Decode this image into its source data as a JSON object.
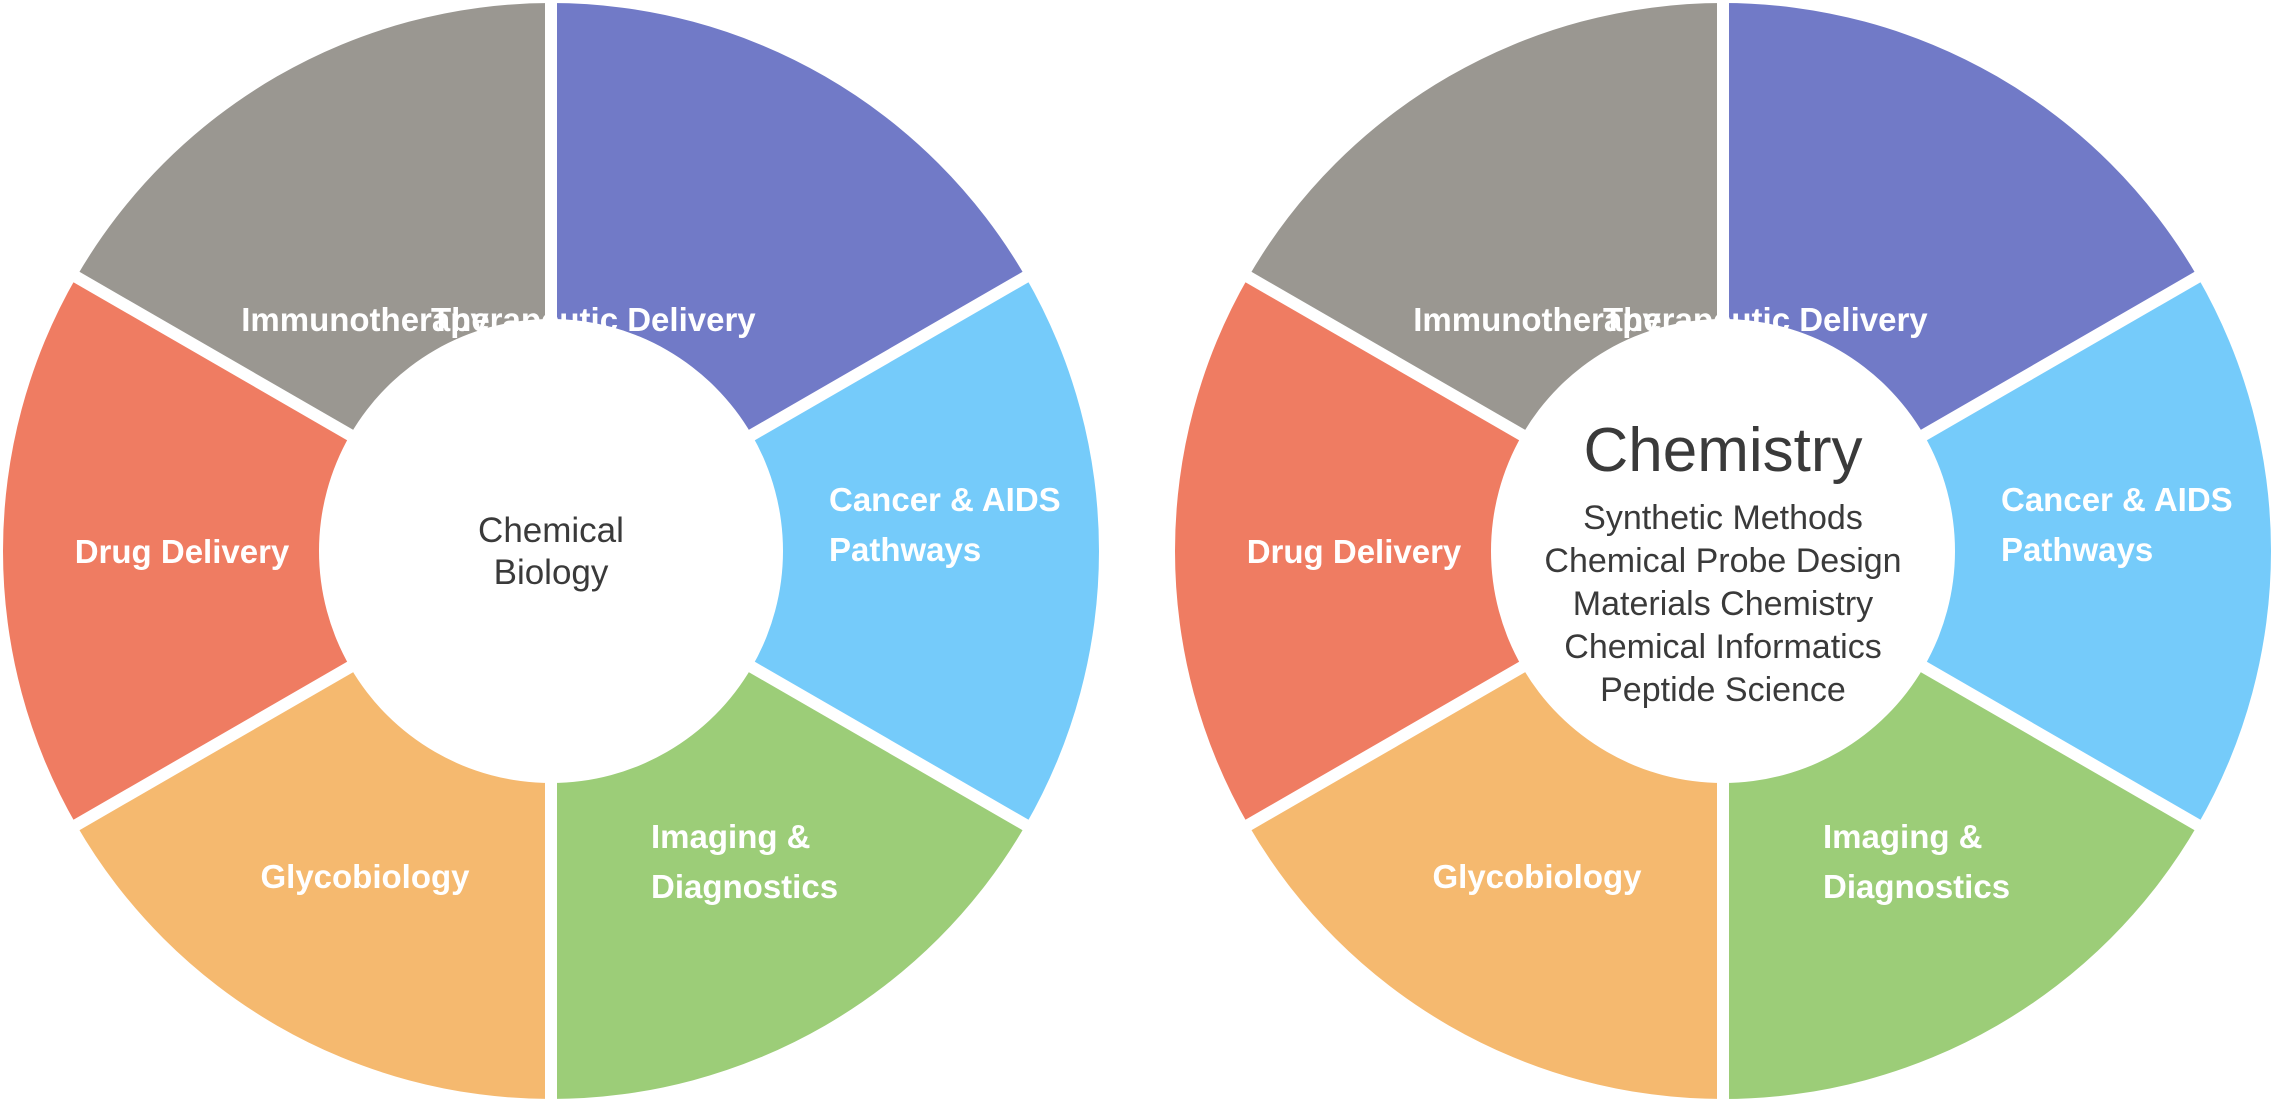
{
  "colors": {
    "therapeutic_delivery": "#717ac7",
    "cancer_aids": "#75cbfa",
    "imaging": "#9ccd78",
    "glycobiology": "#f5b96f",
    "drug_delivery": "#ef7c62",
    "immunotherapy": "#9a9791",
    "center_text": "#3a3a3a",
    "label_text": "#ffffff"
  },
  "wheels": [
    {
      "segments": [
        {
          "key": "therapeutic_delivery",
          "lines": [
            "Therapeutic Delivery"
          ]
        },
        {
          "key": "cancer_aids",
          "lines": [
            "Cancer & AIDS",
            "Pathways"
          ]
        },
        {
          "key": "imaging",
          "lines": [
            "Imaging &",
            "Diagnostics"
          ]
        },
        {
          "key": "glycobiology",
          "lines": [
            "Glycobiology"
          ]
        },
        {
          "key": "drug_delivery",
          "lines": [
            "Drug Delivery"
          ]
        },
        {
          "key": "immunotherapy",
          "lines": [
            "Immunotherapy"
          ]
        }
      ],
      "center": {
        "title": "",
        "items": [
          "Chemical",
          "Biology"
        ]
      }
    },
    {
      "segments": [
        {
          "key": "therapeutic_delivery",
          "lines": [
            "Therapeutic Delivery"
          ]
        },
        {
          "key": "cancer_aids",
          "lines": [
            "Cancer & AIDS",
            "Pathways"
          ]
        },
        {
          "key": "imaging",
          "lines": [
            "Imaging &",
            "Diagnostics"
          ]
        },
        {
          "key": "glycobiology",
          "lines": [
            "Glycobiology"
          ]
        },
        {
          "key": "drug_delivery",
          "lines": [
            "Drug Delivery"
          ]
        },
        {
          "key": "immunotherapy",
          "lines": [
            "Immunotherapy"
          ]
        }
      ],
      "center": {
        "title": "Chemistry",
        "items": [
          "Synthetic Methods",
          "Chemical Probe Design",
          "Materials Chemistry",
          "Chemical Informatics",
          "Peptide Science"
        ]
      }
    }
  ]
}
